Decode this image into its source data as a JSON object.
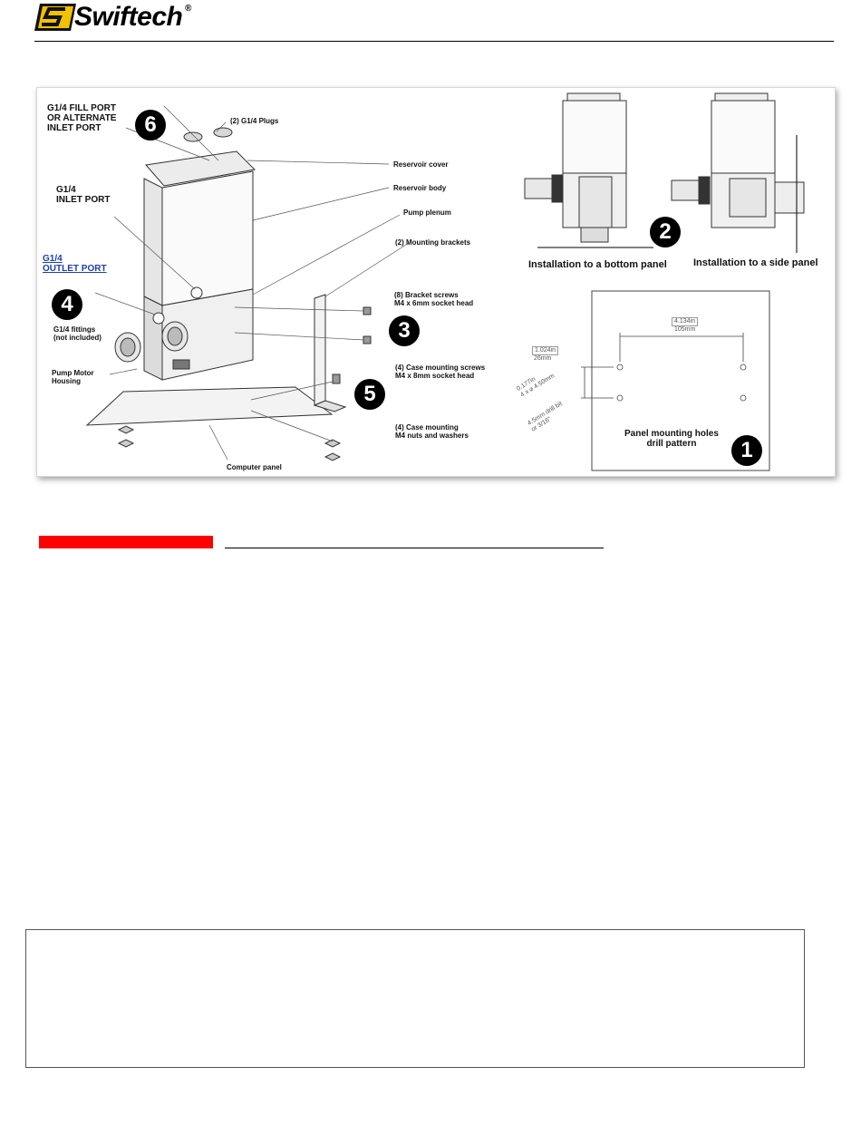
{
  "header": {
    "logo_text": "Swiftech",
    "logo_mark": "®"
  },
  "figure": {
    "labels": {
      "fill_port": "G1/4 FILL PORT\nOR ALTERNATE\nINLET PORT",
      "inlet_port": "G1/4\nINLET PORT",
      "outlet_port": "G1/4\nOUTLET PORT",
      "fittings": "G1/4 fittings\n(not included)",
      "pump_motor_housing": "Pump Motor\nHousing",
      "plugs": "(2) G1/4 Plugs",
      "reservoir_cover": "Reservoir cover",
      "reservoir_body": "Reservoir body",
      "pump_plenum": "Pump plenum",
      "mounting_brackets": "(2) Mounting brackets",
      "bracket_screws": "(8) Bracket screws\nM4 x 6mm socket head",
      "case_screws": "(4) Case mounting screws\nM4 x 8mm socket head",
      "case_nuts": "(4) Case mounting\nM4 nuts and washers",
      "computer_panel": "Computer panel",
      "bottom_panel": "Installation to a bottom panel",
      "side_panel": "Installation to a side panel",
      "drill_pattern": "Panel mounting holes\ndrill pattern"
    },
    "dimensions": {
      "width_in": "4.134in",
      "width_mm": "105mm",
      "height_in": "1.024in",
      "height_mm": "26mm",
      "hole": "0.177in\n4 x  ⌀ 4.50mm",
      "drill": "4.5mm drill bit\nor 3/16\""
    },
    "badges": [
      "1",
      "2",
      "3",
      "4",
      "5",
      "6"
    ]
  }
}
